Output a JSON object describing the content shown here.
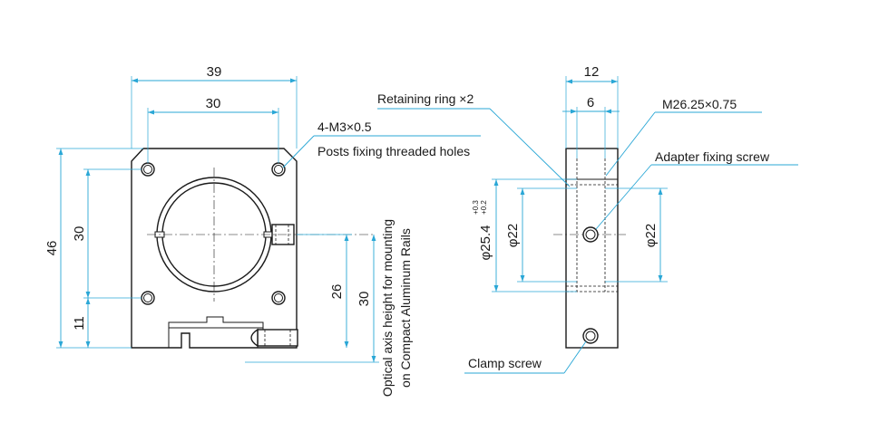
{
  "front_view": {
    "dim_width_total": "39",
    "dim_hole_spacing_h": "30",
    "dim_height_total": "46",
    "dim_hole_spacing_v": "30",
    "dim_bottom_hole": "11",
    "dim_axis_height": "26",
    "dim_axis_height_rail": "30",
    "thread_label": "4-M3×0.5",
    "thread_desc": "Posts fixing threaded holes",
    "axis_note_line1": "Optical axis height for mounting",
    "axis_note_line2": "on Compact Aluminum Rails"
  },
  "side_view": {
    "dim_width_total": "12",
    "dim_inner_width": "6",
    "retaining_ring": "Retaining ring ×2",
    "ring_thread": "M26.25×0.75",
    "adapter_screw": "Adapter fixing screw",
    "clamp_screw": "Clamp screw",
    "dia_bore": "φ25.4",
    "dia_bore_tol_upper": "+0.3",
    "dia_bore_tol_lower": "+0.2",
    "dia_inner": "φ22",
    "dia_right": "φ22"
  },
  "colors": {
    "dimension": "#2aa7d6",
    "outline": "#1a1a1a"
  }
}
